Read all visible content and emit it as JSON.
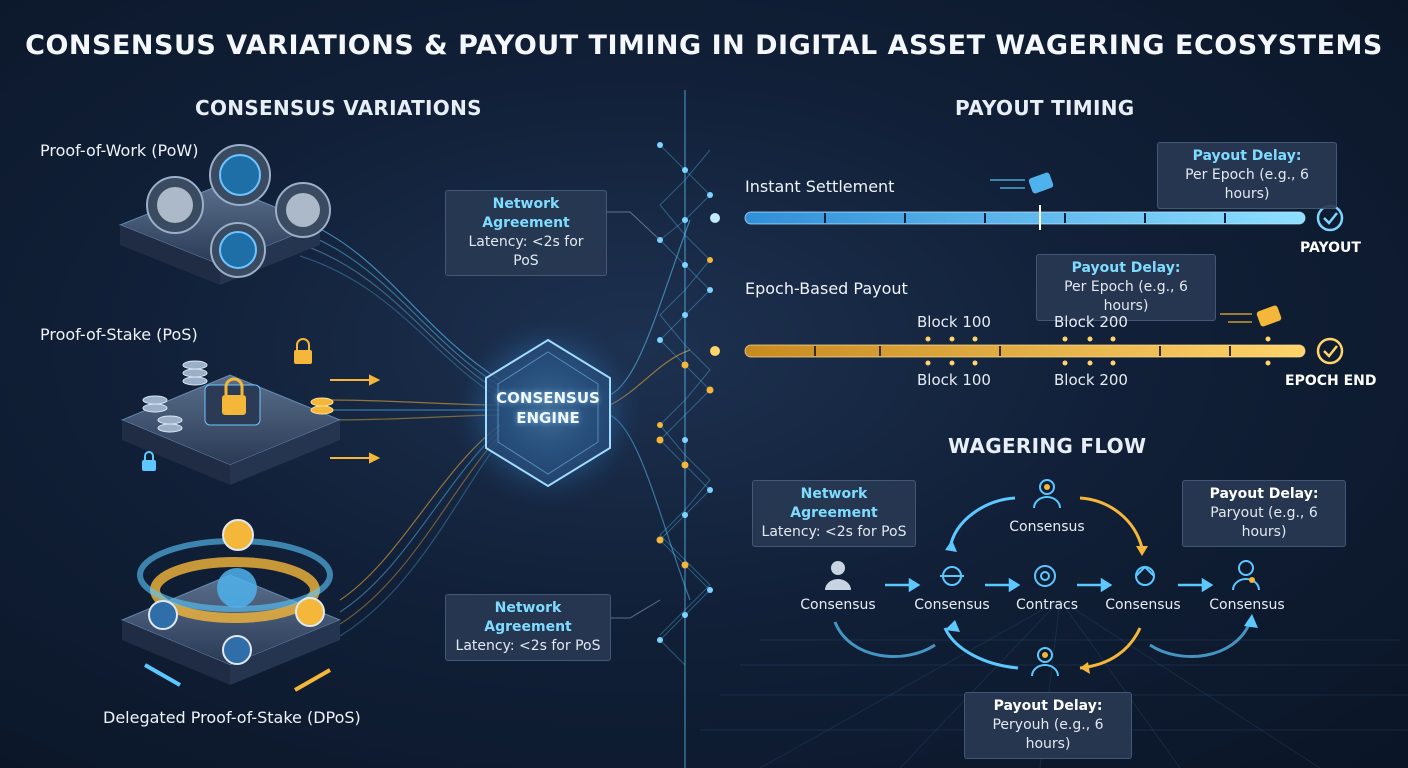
{
  "title": "CONSENSUS VARIATIONS & PAYOUT TIMING IN DIGITAL ASSET WAGERING ECOSYSTEMS",
  "left": {
    "heading": "CONSENSUS VARIATIONS",
    "pow_label": "Proof-of-Work (PoW)",
    "pos_label": "Proof-of-Stake (PoS)",
    "dpos_label": "Delegated Proof-of-Stake (DPoS)"
  },
  "center": {
    "engine_line1": "CONSENSUS",
    "engine_line2": "ENGINE",
    "callout_top": {
      "line1": "Network Agreement",
      "line2": "Latency: <2s for PoS"
    },
    "callout_bottom": {
      "line1": "Network Agreement",
      "line2": "Latency: <2s for PoS"
    }
  },
  "payout": {
    "heading": "PAYOUT TIMING",
    "instant_label": "Instant Settlement",
    "instant_callout": {
      "line1": "Payout Delay:",
      "line2": "Per Epoch (e.g., 6 hours)"
    },
    "instant_end": "PAYOUT",
    "epoch_label": "Epoch-Based Payout",
    "epoch_callout": {
      "line1": "Payout Delay:",
      "line2": "Per Epoch (e.g., 6 hours)"
    },
    "block_top_1": "Block 100",
    "block_top_2": "Block 200",
    "block_bot_1": "Block 100",
    "block_bot_2": "Block 200",
    "epoch_end": "EPOCH END"
  },
  "wagering": {
    "heading": "WAGERING FLOW",
    "callout_left": {
      "line1": "Network Agreement",
      "line2": "Latency: <2s for PoS"
    },
    "callout_right": {
      "line1": "Payout Delay:",
      "line2": "Paryout (e.g., 6 hours)"
    },
    "callout_bottom": {
      "line1": "Payout Delay:",
      "line2": "Peryouh (e.g., 6 hours)"
    },
    "node_top": "Consensus",
    "nodes": [
      "Consensus",
      "Consensus",
      "Contracs",
      "Consensus",
      "Consensus"
    ]
  },
  "colors": {
    "cyan": "#5cc8ff",
    "gold": "#f5b73a",
    "background": "#112038"
  }
}
